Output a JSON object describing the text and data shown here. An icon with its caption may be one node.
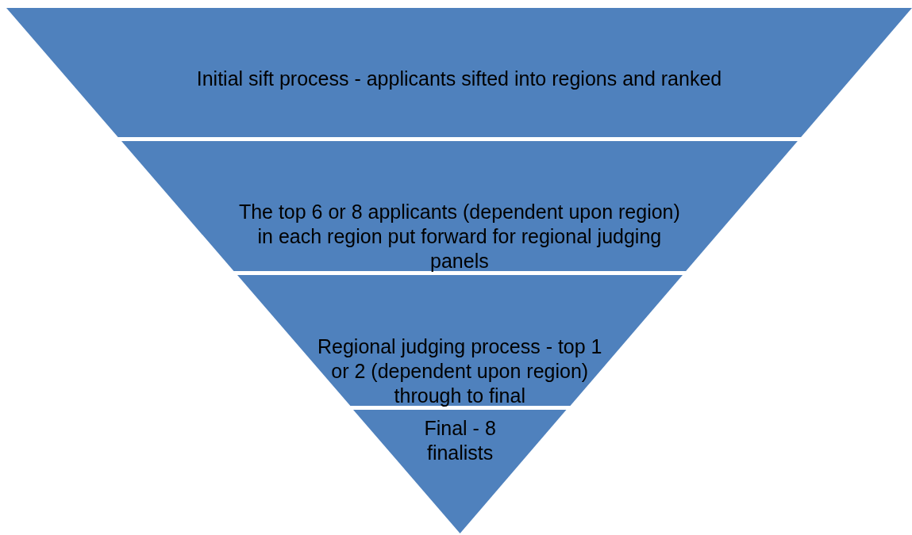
{
  "diagram": {
    "nodes": [
      {
        "text": [
          "Initial sift process - applicants sifted into regions and ranked"
        ]
      },
      {
        "text": [
          "The top 6 or 8 applicants (dependent upon region) in each region put forward for regional judging panels"
        ]
      },
      {
        "text": [
          "Regional judging process - top 1 or 2 (dependent upon region) through to final"
        ]
      },
      {
        "text": [
          "Final - 8 finalists"
        ]
      }
    ],
    "edges": []
  }
}
